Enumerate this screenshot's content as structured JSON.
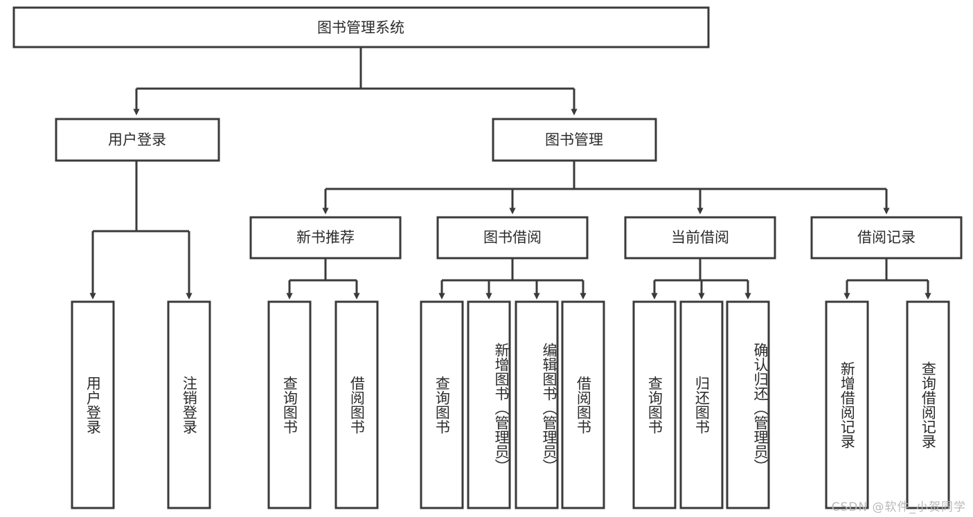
{
  "diagram": {
    "title": "图书管理系统",
    "watermark": "CSDN @软件_小贺同学",
    "type": "hierarchy-tree",
    "orientation": "top-down",
    "colors": {
      "box_fill": "#ffffff",
      "box_stroke": "#3a3a3a",
      "text": "#2b2b2b",
      "watermark": "#b9b9b9",
      "background": "#ffffff"
    },
    "root": {
      "label": "图书管理系统",
      "level": 1
    },
    "level2": [
      {
        "label": "用户登录",
        "level": 2
      },
      {
        "label": "图书管理",
        "level": 2
      }
    ],
    "level3": [
      {
        "label": "新书推荐",
        "level": 3,
        "parent": "图书管理"
      },
      {
        "label": "图书借阅",
        "level": 3,
        "parent": "图书管理"
      },
      {
        "label": "当前借阅",
        "level": 3,
        "parent": "图书管理"
      },
      {
        "label": "借阅记录",
        "level": 3,
        "parent": "图书管理"
      }
    ],
    "leaves": [
      {
        "label": "用户登录",
        "parent": "用户登录",
        "group": "user-login"
      },
      {
        "label": "注销登录",
        "parent": "用户登录",
        "group": "user-login"
      },
      {
        "label": "查询图书",
        "parent": "新书推荐",
        "group": "new-book"
      },
      {
        "label": "借阅图书",
        "parent": "新书推荐",
        "group": "new-book"
      },
      {
        "label": "查询图书",
        "parent": "图书借阅",
        "group": "book-borrow"
      },
      {
        "label": "新增图书（管理员）",
        "parent": "图书借阅",
        "group": "book-borrow"
      },
      {
        "label": "编辑图书（管理员）",
        "parent": "图书借阅",
        "group": "book-borrow"
      },
      {
        "label": "借阅图书",
        "parent": "图书借阅",
        "group": "book-borrow"
      },
      {
        "label": "查询图书",
        "parent": "当前借阅",
        "group": "current-borrow"
      },
      {
        "label": "归还图书",
        "parent": "当前借阅",
        "group": "current-borrow"
      },
      {
        "label": "确认归还（管理员）",
        "parent": "当前借阅",
        "group": "current-borrow"
      },
      {
        "label": "新增借阅记录",
        "parent": "借阅记录",
        "group": "borrow-record"
      },
      {
        "label": "查询借阅记录",
        "parent": "借阅记录",
        "group": "borrow-record"
      }
    ]
  }
}
